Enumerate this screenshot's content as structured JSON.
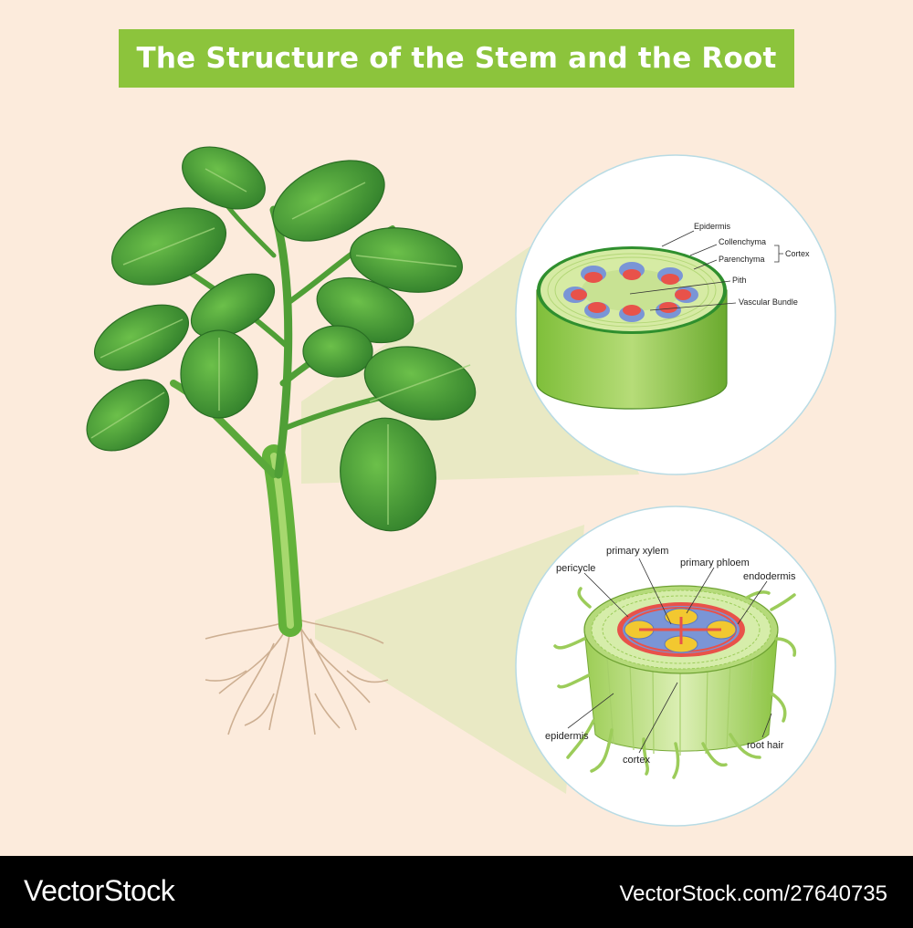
{
  "title": "The Structure of the Stem and the Root",
  "stem_labels": {
    "epidermis": "Epidermis",
    "collenchyma": "Collenchyma",
    "parenchyma": "Parenchyma",
    "cortex": "Cortex",
    "pith": "Pith",
    "vascular_bundle": "Vascular Bundle"
  },
  "root_labels": {
    "primary_xylem": "primary xylem",
    "primary_phloem": "primary phloem",
    "pericycle": "pericycle",
    "endodermis": "endodermis",
    "epidermis": "epidermis",
    "cortex": "cortex",
    "root_hair": "root hair"
  },
  "footer": {
    "brand": "VectorStock",
    "url": "VectorStock.com/27640735"
  },
  "colors": {
    "background": "#fcebdc",
    "banner": "#8cc43c",
    "leaf": "#3d9a35",
    "stem": "#6fbf3e",
    "xylem": "#e8524a",
    "phloem": "#7a95d6",
    "core": "#f2c830"
  }
}
